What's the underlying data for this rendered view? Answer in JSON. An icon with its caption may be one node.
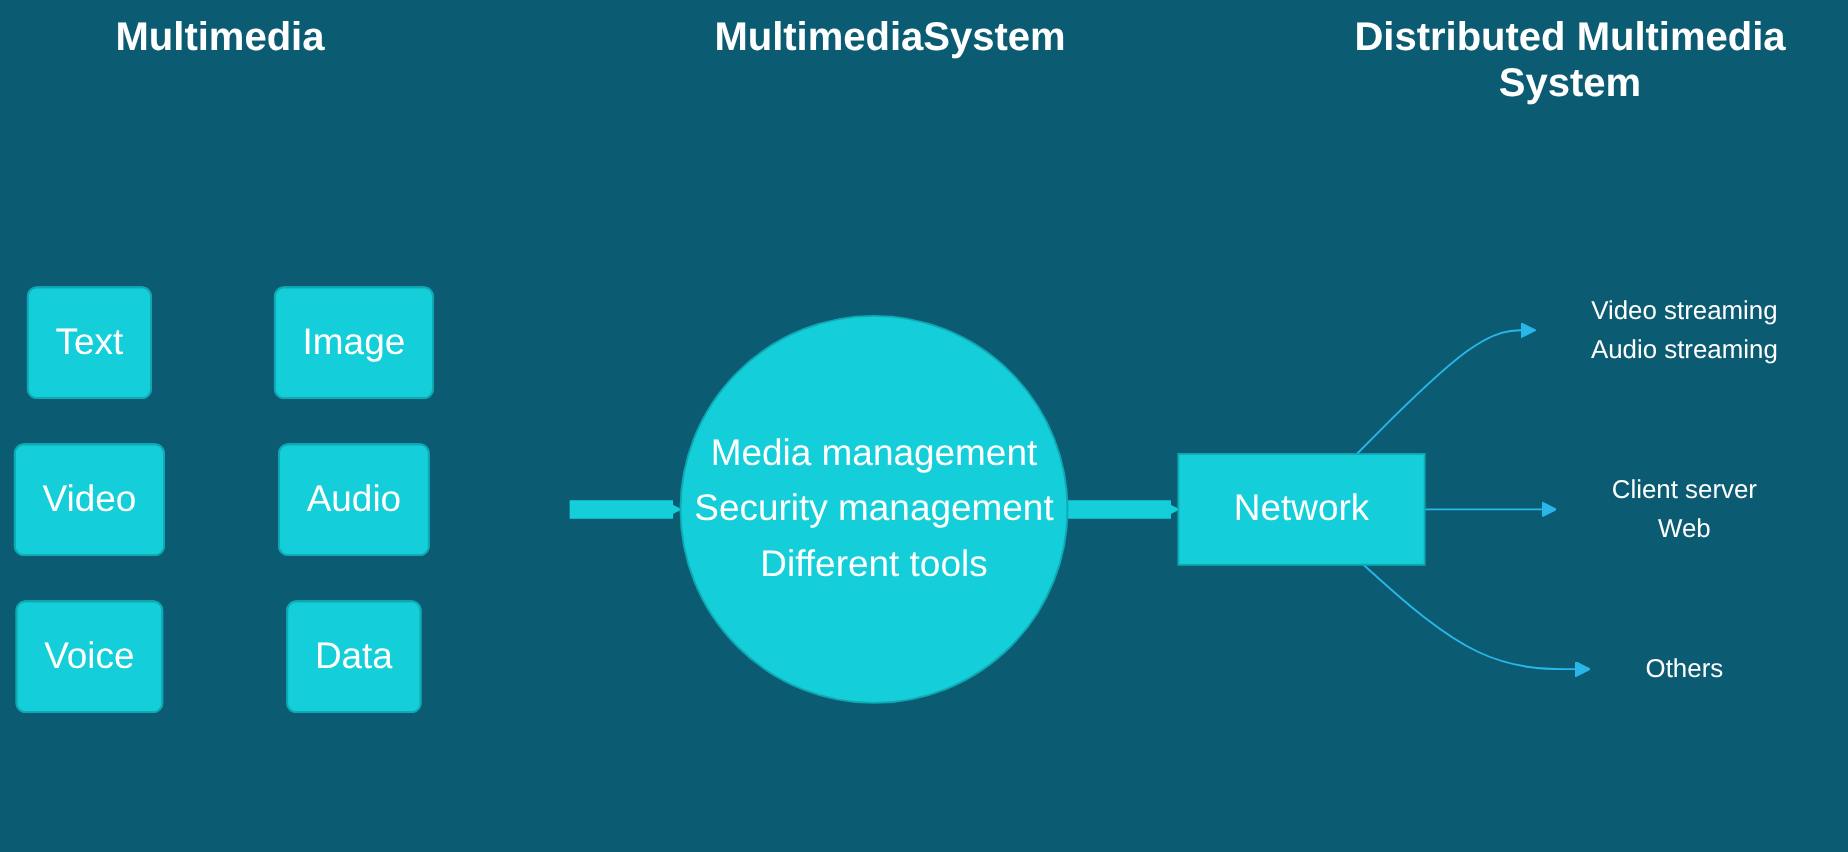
{
  "diagram": {
    "nodes": [
      {
        "text": [
          "Text"
        ]
      },
      {
        "text": [
          "Image"
        ]
      },
      {
        "text": [
          "Video"
        ]
      },
      {
        "text": [
          "Audio"
        ]
      },
      {
        "text": [
          "Voice"
        ]
      },
      {
        "text": [
          "Data"
        ]
      },
      {
        "text": [
          "Media management",
          "Security management",
          "Different tools"
        ]
      },
      {
        "text": [
          "Network"
        ]
      },
      {
        "text": [
          "Video streaming",
          "Audio streaming"
        ]
      },
      {
        "text": [
          "Client server",
          "Web"
        ]
      },
      {
        "text": [
          "Others"
        ]
      }
    ],
    "edges": [
      {
        "from": null,
        "to": 6,
        "arrow": "to",
        "style": "thick",
        "color": "#14cfd9"
      },
      {
        "from": 6,
        "to": 7,
        "arrow": "to",
        "style": "thick",
        "color": "#14cfd9"
      },
      {
        "from": 7,
        "to": 8,
        "arrow": "to"
      },
      {
        "from": 7,
        "to": 9,
        "arrow": "to"
      },
      {
        "from": 7,
        "to": 10,
        "arrow": "to"
      }
    ],
    "labels": [
      "Multimedia",
      "MultimediaSystem",
      "Distributed Multimedia System"
    ]
  }
}
